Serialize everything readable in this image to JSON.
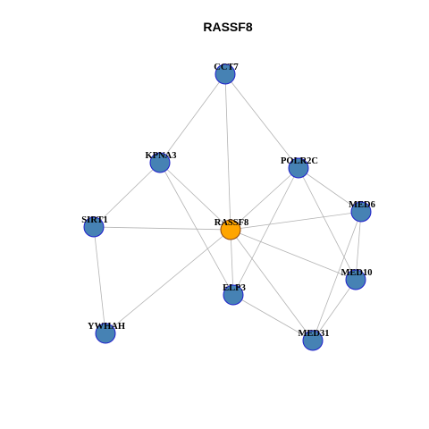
{
  "title": "RASSF8",
  "colors": {
    "node_fill": "#4682b4",
    "node_stroke": "#1f1fcc",
    "center_fill": "#ffa500",
    "center_stroke": "#8b4513",
    "edge": "#b3b3b3"
  },
  "nodes": [
    {
      "id": "CCT7",
      "label": "CCT7",
      "center": false
    },
    {
      "id": "KPNA3",
      "label": "KPNA3",
      "center": false
    },
    {
      "id": "POLR2C",
      "label": "POLR2C",
      "center": false
    },
    {
      "id": "SIRT1",
      "label": "SIRT1",
      "center": false
    },
    {
      "id": "RASSF8",
      "label": "RASSF8",
      "center": true
    },
    {
      "id": "MED6",
      "label": "MED6",
      "center": false
    },
    {
      "id": "MED10",
      "label": "MED10",
      "center": false
    },
    {
      "id": "ELP3",
      "label": "ELP3",
      "center": false
    },
    {
      "id": "YWHAH",
      "label": "YWHAH",
      "center": false
    },
    {
      "id": "MED31",
      "label": "MED31",
      "center": false
    }
  ],
  "edges": [
    [
      "CCT7",
      "KPNA3"
    ],
    [
      "CCT7",
      "POLR2C"
    ],
    [
      "CCT7",
      "RASSF8"
    ],
    [
      "KPNA3",
      "SIRT1"
    ],
    [
      "KPNA3",
      "RASSF8"
    ],
    [
      "KPNA3",
      "ELP3"
    ],
    [
      "POLR2C",
      "RASSF8"
    ],
    [
      "POLR2C",
      "MED6"
    ],
    [
      "POLR2C",
      "MED10"
    ],
    [
      "POLR2C",
      "ELP3"
    ],
    [
      "SIRT1",
      "RASSF8"
    ],
    [
      "SIRT1",
      "YWHAH"
    ],
    [
      "RASSF8",
      "MED6"
    ],
    [
      "RASSF8",
      "MED10"
    ],
    [
      "RASSF8",
      "ELP3"
    ],
    [
      "RASSF8",
      "YWHAH"
    ],
    [
      "RASSF8",
      "MED31"
    ],
    [
      "MED6",
      "MED10"
    ],
    [
      "MED6",
      "MED31"
    ],
    [
      "MED10",
      "MED31"
    ],
    [
      "ELP3",
      "MED31"
    ]
  ]
}
